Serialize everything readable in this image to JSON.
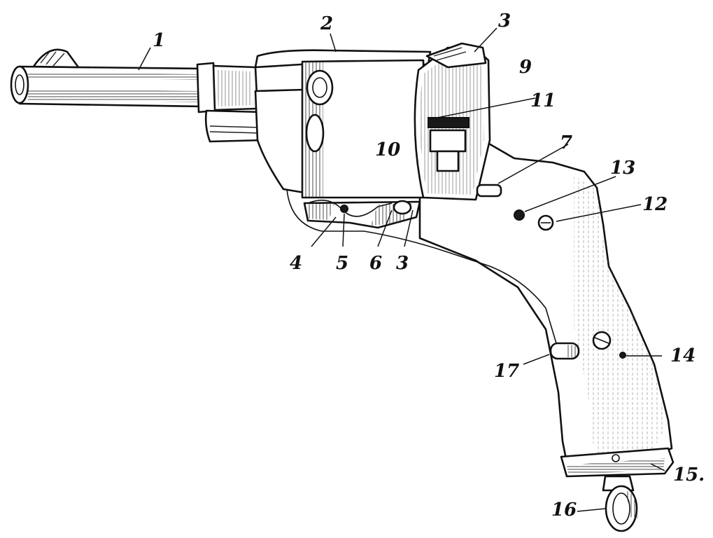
{
  "labels": {
    "l1": "1",
    "l2": "2",
    "l3a": "3",
    "l3b": "3",
    "l4": "4",
    "l5": "5",
    "l6": "6",
    "l7": "7",
    "l9": "9",
    "l10": "10",
    "l11": "11",
    "l12": "12",
    "l13": "13",
    "l14": "14",
    "l15": "15.",
    "l16": "16",
    "l17": "17"
  }
}
